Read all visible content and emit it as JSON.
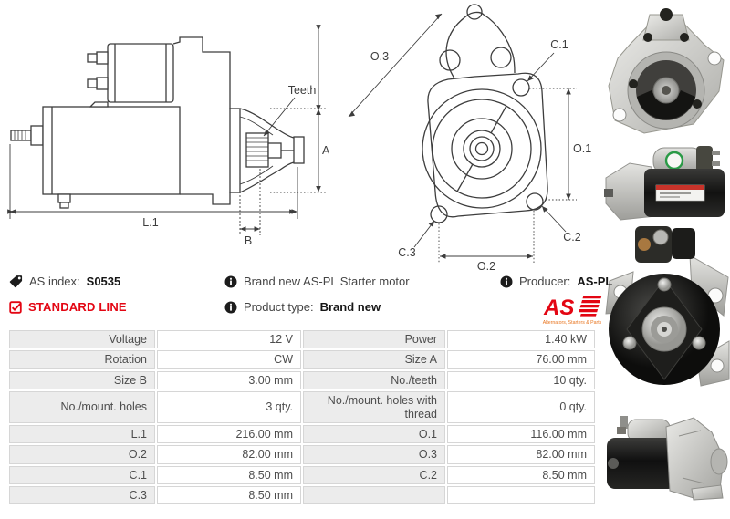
{
  "colors": {
    "brand_red": "#e30613",
    "logo_orange": "#e8731c",
    "drawing_line": "#3d3d3d",
    "table_label_bg": "#ececec",
    "table_border": "#d6d6d6"
  },
  "info": {
    "as_index_label": "AS index:",
    "as_index_value": "S0535",
    "standard_line": "STANDARD LINE",
    "brand_new_text": "Brand new AS-PL Starter motor",
    "product_type_label": "Product type:",
    "product_type_value": "Brand new",
    "producer_label": "Producer:",
    "producer_value": "AS-PL",
    "logo_text": "AS",
    "logo_subtext": "Alternators, Starters & Parts"
  },
  "drawings": {
    "side_view": {
      "teeth_label": "Teeth",
      "dim_a": "A",
      "dim_l1": "L.1",
      "dim_b": "B"
    },
    "front_view": {
      "dim_o3": "O.3",
      "dim_c1": "C.1",
      "dim_o1": "O.1",
      "dim_c3": "C.3",
      "dim_c2": "C.2",
      "dim_o2": "O.2"
    }
  },
  "spec_table": {
    "rows": [
      {
        "label_left": "Voltage",
        "value_left": "12 V",
        "label_right": "Power",
        "value_right": "1.40 kW"
      },
      {
        "label_left": "Rotation",
        "value_left": "CW",
        "label_right": "Size A",
        "value_right": "76.00 mm"
      },
      {
        "label_left": "Size B",
        "value_left": "3.00 mm",
        "label_right": "No./teeth",
        "value_right": "10 qty."
      },
      {
        "label_left": "No./mount. holes",
        "value_left": "3 qty.",
        "label_right": "No./mount. holes with thread",
        "value_right": "0 qty."
      },
      {
        "label_left": "L.1",
        "value_left": "216.00 mm",
        "label_right": "O.1",
        "value_right": "116.00 mm"
      },
      {
        "label_left": "O.2",
        "value_left": "82.00 mm",
        "label_right": "O.3",
        "value_right": "82.00 mm"
      },
      {
        "label_left": "C.1",
        "value_left": "8.50 mm",
        "label_right": "C.2",
        "value_right": "8.50 mm"
      },
      {
        "label_left": "C.3",
        "value_left": "8.50 mm",
        "label_right": "",
        "value_right": ""
      }
    ]
  }
}
